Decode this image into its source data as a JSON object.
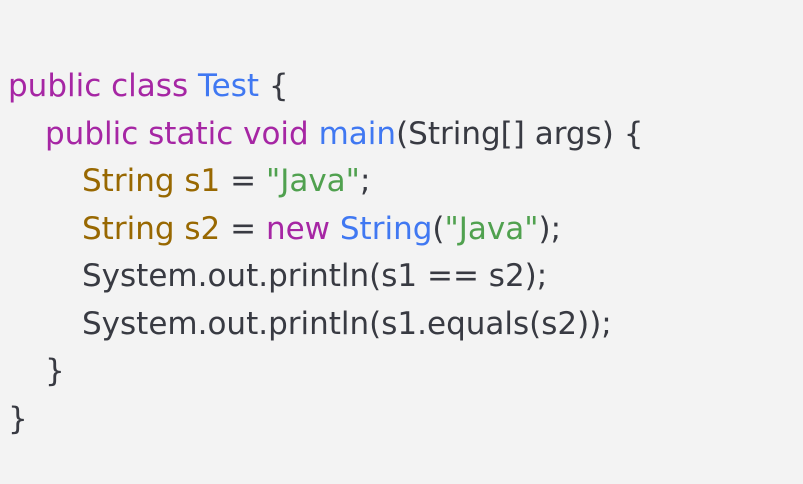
{
  "code": {
    "line1": {
      "kw1": "public",
      "kw2": "class",
      "cls": "Test",
      "brace": "{"
    },
    "line2": {
      "kw1": "public",
      "kw2": "static",
      "kw3": "void",
      "fn": "main",
      "params": "(String[] args) {"
    },
    "line3": {
      "type": "String s1",
      "op": " = ",
      "str": "\"Java\"",
      "end": ";"
    },
    "line4": {
      "type": "String s2",
      "op": " = ",
      "kw": "new",
      "cls": "String",
      "open": "(",
      "str": "\"Java\"",
      "end": ");"
    },
    "line5": {
      "text": "System.out.println(s1 == s2);"
    },
    "line6": {
      "text": "System.out.println(s1.equals(s2));"
    },
    "line7": {
      "brace": "}"
    },
    "line8": {
      "brace": "}"
    }
  },
  "colors": {
    "background": "#f3f3f3",
    "keyword": "#a626a4",
    "class_name": "#4078f2",
    "type": "#986801",
    "string": "#50a14f",
    "plain": "#383a42"
  }
}
